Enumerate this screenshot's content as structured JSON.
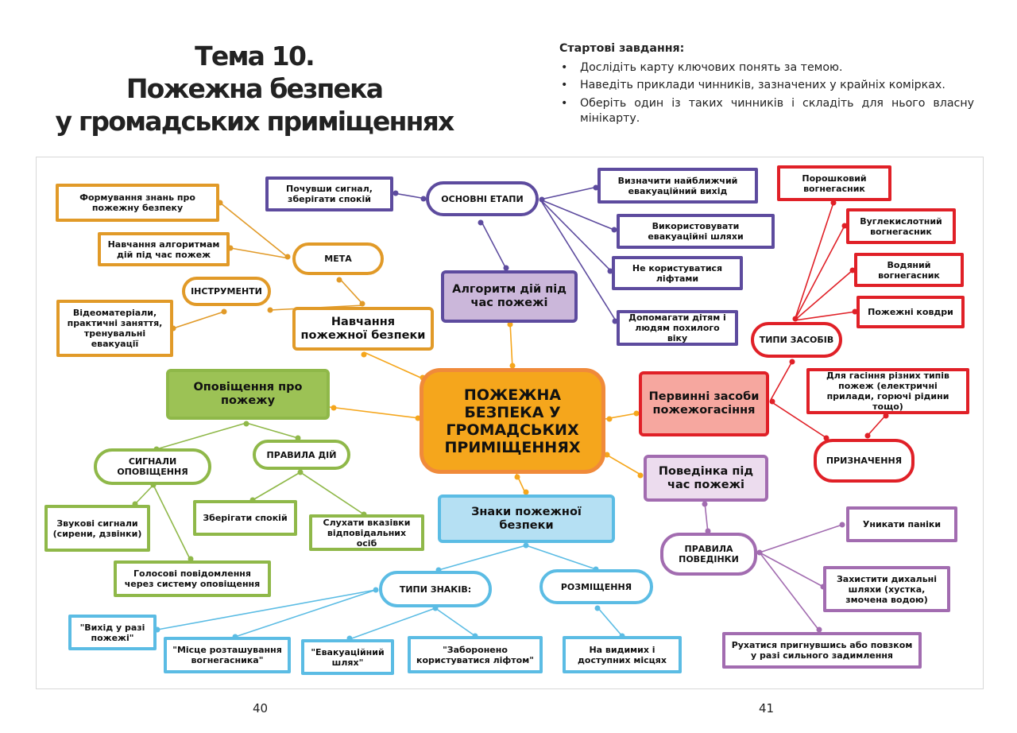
{
  "header": {
    "title_line1": "Тема 10.",
    "title_line2": "Пожежна безпека",
    "title_line3": "у громадських приміщеннях",
    "tasks_heading": "Стартові завдання:",
    "tasks": [
      "Дослідіть карту ключових понять за темою.",
      "Наведіть приклади чинників, зазначених у крайніх комірках.",
      "Оберіть один із таких чинників і складіть для нього власну мінікарту."
    ]
  },
  "map": {
    "center": "ПОЖЕЖНА БЕЗПЕКА У ГРОМАДСЬКИХ ПРИМІЩЕННЯХ",
    "training": {
      "title": "Навчання пожежної безпеки",
      "goal": "МЕТА",
      "goal_items": [
        "Формування знань про пожежну безпеку",
        "Навчання алгоритмам дій під час пожеж"
      ],
      "tools": "ІНСТРУМЕНТИ",
      "tools_items": [
        "Відеоматеріали, практичні заняття, тренувальні евакуації"
      ]
    },
    "algorithm": {
      "title": "Алгоритм дій під час пожежі",
      "stages": "ОСНОВНІ ЕТАПИ",
      "stage_items": [
        "Почувши сигнал, зберігати спокій",
        "Визначити найближчий евакуаційний вихід",
        "Використовувати евакуаційні шляхи",
        "Не користуватися ліфтами",
        "Допомагати дітям і людям похилого віку"
      ]
    },
    "extinguishing": {
      "title": "Первинні засоби пожежогасіння",
      "types": "ТИПИ ЗАСОБІВ",
      "type_items": [
        "Порошковий вогнегасник",
        "Вуглекислотний вогнегасник",
        "Водяний вогнегасник",
        "Пожежні ковдри"
      ],
      "purpose": "ПРИЗНАЧЕННЯ",
      "purpose_items": [
        "Для гасіння різних типів пожеж (електричні прилади, горючі рідини тощо)"
      ]
    },
    "alert": {
      "title": "Оповіщення про пожежу",
      "signals": "СИГНАЛИ ОПОВІЩЕННЯ",
      "signal_items": [
        "Звукові сигнали (сирени, дзвінки)",
        "Голосові повідомлення через систему оповіщення"
      ],
      "rules": "ПРАВИЛА ДІЙ",
      "rule_items": [
        "Зберігати спокій",
        "Слухати вказівки відповідальних осіб"
      ]
    },
    "signs": {
      "title": "Знаки пожежної безпеки",
      "types": "ТИПИ ЗНАКІВ:",
      "type_items": [
        "\"Вихід у разі пожежі\"",
        "\"Місце розташування вогнегасника\"",
        "\"Евакуаційний шлях\"",
        "\"Заборонено користуватися ліфтом\""
      ],
      "placement": "РОЗМІЩЕННЯ",
      "placement_items": [
        "На видимих і доступних місцях"
      ]
    },
    "behavior": {
      "title": "Поведінка під час пожежі",
      "rules": "ПРАВИЛА ПОВЕДІНКИ",
      "rule_items": [
        "Уникати паніки",
        "Захистити дихальні шляхи (хустка, змочена водою)",
        "Рухатися пригнувшись або повзком у разі сильного задимлення"
      ]
    }
  },
  "pages": {
    "left": "40",
    "right": "41"
  },
  "colors": {
    "training": "#e19a28",
    "algorithm": "#5d4b9e",
    "extinguishing": "#e02027",
    "alert": "#8fb849",
    "signs": "#5bbce4",
    "behavior": "#a26cb0",
    "center": "#f5a61c"
  }
}
